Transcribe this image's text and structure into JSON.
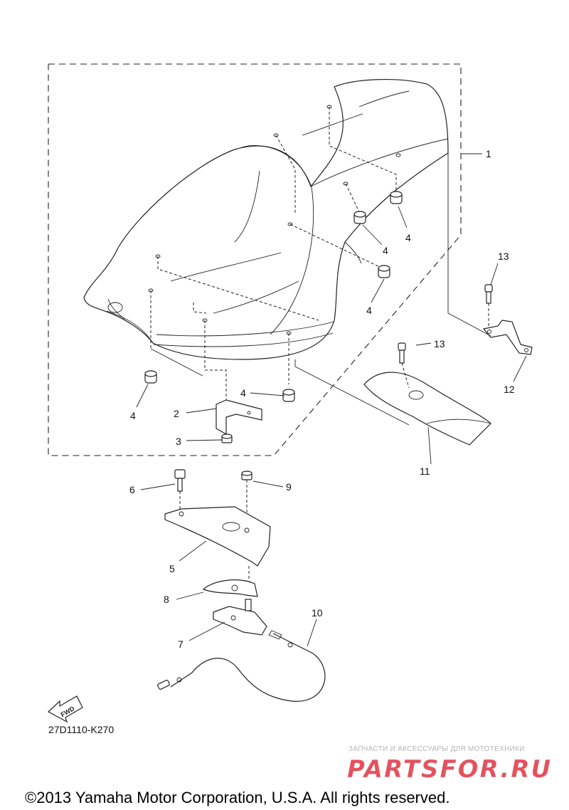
{
  "diagram": {
    "code": "27D1110-K270",
    "copyright": "©2013 Yamaha Motor Corporation, U.S.A. All rights reserved.",
    "fwd_label": "FWD",
    "watermark": {
      "tagline": "ЗАПЧАСТИ И АКСЕССУАРЫ ДЛЯ МОТОТЕХНИКИ",
      "brand_a": "PARTS",
      "brand_b": "FOR",
      "brand_c": ".RU",
      "color_main": "#e84f5c",
      "color_accent": "#d8d8d8"
    },
    "labels": {
      "l1": "1",
      "l2": "2",
      "l3": "3",
      "l4a": "4",
      "l4b": "4",
      "l4c": "4",
      "l4d": "4",
      "l4e": "4",
      "l5": "5",
      "l6": "6",
      "l7": "7",
      "l8": "8",
      "l9": "9",
      "l10": "10",
      "l11": "11",
      "l12": "12",
      "l13a": "13",
      "l13b": "13"
    }
  }
}
